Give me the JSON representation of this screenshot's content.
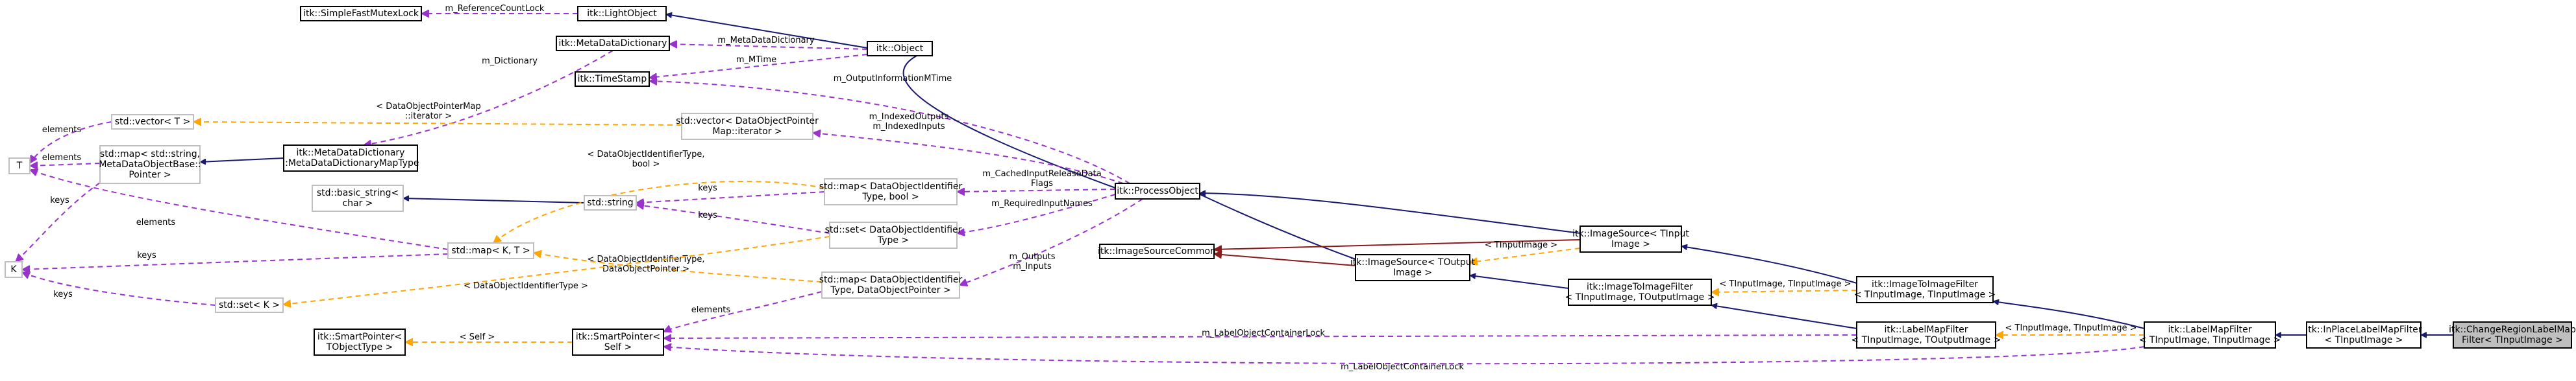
{
  "nodes": [
    {
      "id": "fastmutex",
      "lines": [
        "itk::SimpleFastMutexLock"
      ],
      "style": "solid"
    },
    {
      "id": "lightobject",
      "lines": [
        "itk::LightObject"
      ],
      "style": "solid"
    },
    {
      "id": "metadict",
      "lines": [
        "itk::MetaDataDictionary"
      ],
      "style": "solid"
    },
    {
      "id": "object",
      "lines": [
        "itk::Object"
      ],
      "style": "solid"
    },
    {
      "id": "timestamp",
      "lines": [
        "itk::TimeStamp"
      ],
      "style": "solid"
    },
    {
      "id": "vecT",
      "lines": [
        "std::vector< T >"
      ],
      "style": "grey"
    },
    {
      "id": "vecDOP",
      "lines": [
        "std::vector< DataObjectPointer",
        "Map::iterator >"
      ],
      "style": "grey"
    },
    {
      "id": "T",
      "lines": [
        "T"
      ],
      "style": "grey"
    },
    {
      "id": "mapstr",
      "lines": [
        "std::map< std::string,",
        "MetaDataObjectBase::",
        "Pointer >"
      ],
      "style": "grey"
    },
    {
      "id": "mdictmap",
      "lines": [
        "itk::MetaDataDictionary",
        "::MetaDataDictionaryMapType"
      ],
      "style": "solid"
    },
    {
      "id": "basicstr",
      "lines": [
        "std::basic_string<",
        "char >"
      ],
      "style": "grey"
    },
    {
      "id": "stdstring",
      "lines": [
        "std::string"
      ],
      "style": "grey"
    },
    {
      "id": "mapDOIbool",
      "lines": [
        "std::map< DataObjectIdentifier",
        "Type, bool >"
      ],
      "style": "grey"
    },
    {
      "id": "processobject",
      "lines": [
        "itk::ProcessObject"
      ],
      "style": "solid"
    },
    {
      "id": "setDOI",
      "lines": [
        "std::set< DataObjectIdentifier",
        "Type >"
      ],
      "style": "grey"
    },
    {
      "id": "K",
      "lines": [
        "K"
      ],
      "style": "grey"
    },
    {
      "id": "mapKT",
      "lines": [
        "std::map< K, T >"
      ],
      "style": "grey"
    },
    {
      "id": "imgsrccommon",
      "lines": [
        "itk::ImageSourceCommon"
      ],
      "style": "solid"
    },
    {
      "id": "imgsrcT",
      "lines": [
        "itk::ImageSource< TInput",
        "Image >"
      ],
      "style": "solid"
    },
    {
      "id": "imgsrcTO",
      "lines": [
        "itk::ImageSource< TOutput",
        "Image >"
      ],
      "style": "solid"
    },
    {
      "id": "setK",
      "lines": [
        "std::set< K >"
      ],
      "style": "grey"
    },
    {
      "id": "mapDOIptr",
      "lines": [
        "std::map< DataObjectIdentifier",
        "Type, DataObjectPointer >"
      ],
      "style": "grey"
    },
    {
      "id": "i2iTO",
      "lines": [
        "itk::ImageToImageFilter",
        "< TInputImage, TOutputImage >"
      ],
      "style": "solid"
    },
    {
      "id": "i2iTI",
      "lines": [
        "itk::ImageToImageFilter",
        "< TInputImage, TInputImage >"
      ],
      "style": "solid"
    },
    {
      "id": "smartTO",
      "lines": [
        "itk::SmartPointer<",
        "TObjectType >"
      ],
      "style": "solid"
    },
    {
      "id": "smartSelf",
      "lines": [
        "itk::SmartPointer<",
        "Self >"
      ],
      "style": "solid"
    },
    {
      "id": "lmfTO",
      "lines": [
        "itk::LabelMapFilter",
        "< TInputImage, TOutputImage >"
      ],
      "style": "solid"
    },
    {
      "id": "lmfTI",
      "lines": [
        "itk::LabelMapFilter",
        "< TInputImage, TInputImage >"
      ],
      "style": "solid"
    },
    {
      "id": "inplace",
      "lines": [
        "itk::InPlaceLabelMapFilter",
        "< TInputImage >"
      ],
      "style": "solid"
    },
    {
      "id": "changeregion",
      "lines": [
        "itk::ChangeRegionLabelMap",
        "Filter< TInputImage >"
      ],
      "style": "focus"
    }
  ],
  "edges": [
    {
      "id": "e1",
      "kind": "use",
      "label": [
        "m_ReferenceCountLock"
      ]
    },
    {
      "id": "e2",
      "kind": "inh",
      "label": []
    },
    {
      "id": "e3",
      "kind": "use",
      "label": [
        "m_MetaDataDictionary"
      ]
    },
    {
      "id": "e4",
      "kind": "use",
      "label": [
        "m_MTime"
      ]
    },
    {
      "id": "e5",
      "kind": "use",
      "label": [
        "m_OutputInformationMTime"
      ]
    },
    {
      "id": "e6",
      "kind": "inh",
      "label": []
    },
    {
      "id": "e7",
      "kind": "use",
      "label": [
        "m_Dictionary"
      ]
    },
    {
      "id": "e8",
      "kind": "tpl",
      "label": [
        "< DataObjectPointerMap",
        "::iterator >"
      ]
    },
    {
      "id": "e9",
      "kind": "use",
      "label": [
        "m_IndexedOutputs",
        "m_IndexedInputs"
      ]
    },
    {
      "id": "e10",
      "kind": "use",
      "label": [
        "elements"
      ]
    },
    {
      "id": "e11",
      "kind": "use",
      "label": [
        "elements"
      ]
    },
    {
      "id": "e12",
      "kind": "inh",
      "label": []
    },
    {
      "id": "e13",
      "kind": "use",
      "label": [
        "keys"
      ]
    },
    {
      "id": "e14",
      "kind": "inh",
      "label": []
    },
    {
      "id": "e15",
      "kind": "use",
      "label": [
        "keys"
      ]
    },
    {
      "id": "e16",
      "kind": "use",
      "label": [
        "keys"
      ]
    },
    {
      "id": "e17",
      "kind": "use",
      "label": [
        "m_CachedInputReleaseData",
        "Flags"
      ]
    },
    {
      "id": "e18",
      "kind": "use",
      "label": [
        "m_RequiredInputNames"
      ]
    },
    {
      "id": "e19",
      "kind": "use",
      "label": [
        "elements"
      ]
    },
    {
      "id": "e20",
      "kind": "use",
      "label": [
        "keys"
      ]
    },
    {
      "id": "e21",
      "kind": "tpl",
      "label": [
        "< DataObjectIdentifierType,",
        "bool >"
      ]
    },
    {
      "id": "e22",
      "kind": "tpl",
      "label": [
        "< DataObjectIdentifierType,",
        "DataObjectPointer >"
      ]
    },
    {
      "id": "e23",
      "kind": "tpl",
      "label": [
        "< DataObjectIdentifierType >"
      ]
    },
    {
      "id": "e24",
      "kind": "use",
      "label": [
        "m_Outputs",
        "m_Inputs"
      ]
    },
    {
      "id": "e25",
      "kind": "use",
      "label": [
        "keys"
      ]
    },
    {
      "id": "e26",
      "kind": "inh",
      "label": []
    },
    {
      "id": "e27",
      "kind": "inh",
      "label": []
    },
    {
      "id": "e28",
      "kind": "prv",
      "label": []
    },
    {
      "id": "e29",
      "kind": "prv",
      "label": []
    },
    {
      "id": "e30",
      "kind": "tpl",
      "label": [
        "< TInputImage >"
      ]
    },
    {
      "id": "e31",
      "kind": "inh",
      "label": []
    },
    {
      "id": "e32",
      "kind": "inh",
      "label": []
    },
    {
      "id": "e33",
      "kind": "tpl",
      "label": [
        "< TInputImage, TInputImage >"
      ]
    },
    {
      "id": "e34",
      "kind": "use",
      "label": [
        "elements"
      ]
    },
    {
      "id": "e35",
      "kind": "tpl",
      "label": [
        "< Self >"
      ]
    },
    {
      "id": "e36",
      "kind": "inh",
      "label": []
    },
    {
      "id": "e37",
      "kind": "use",
      "label": [
        "m_LabelObjectContainerLock"
      ]
    },
    {
      "id": "e38",
      "kind": "inh",
      "label": []
    },
    {
      "id": "e39",
      "kind": "tpl",
      "label": [
        "< TInputImage, TInputImage >"
      ]
    },
    {
      "id": "e40",
      "kind": "use",
      "label": [
        "m_LabelObjectContainerLock"
      ]
    },
    {
      "id": "e41",
      "kind": "inh",
      "label": []
    },
    {
      "id": "e42",
      "kind": "inh",
      "label": []
    }
  ],
  "colors": {
    "inheritance": "#191970",
    "usage": "#9a32cd",
    "template": "#ffa500",
    "private": "#8b1a1a",
    "focus_fill": "#bfbfbf",
    "grey_border": "#bfbfbf"
  }
}
